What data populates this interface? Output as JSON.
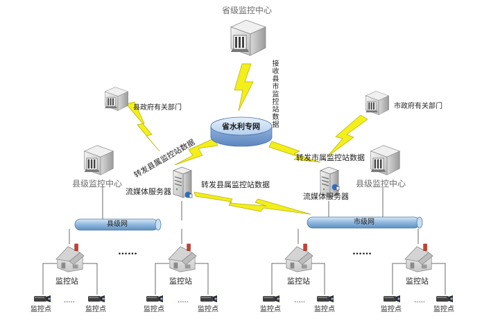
{
  "nodes": {
    "province_center": "省级监控中心",
    "water_net": "省水利专网",
    "county_gov": "县政府有关部门",
    "city_gov": "市政府有关部门",
    "county_center": "县级监控中心",
    "city_center": "县级监控中心",
    "county_server": "流媒体服务器",
    "city_server": "流媒体服务器",
    "county_bus": "县级网",
    "city_bus": "市级网",
    "monitor_station": "监控站",
    "monitor_point": "监控点",
    "ellipsis_dots": "……",
    "ellipsis_small": "....."
  },
  "links": {
    "receive_data": "接收县市监控站数据",
    "forward_county_a": "转发县属监控站数据",
    "forward_county_b": "转发县属监控站数据",
    "forward_city": "转发市属监控站数据"
  },
  "colors": {
    "lightning": "#f2ef1a",
    "lightning_stroke": "#b8ad00",
    "bus": "#9fc6e8",
    "network_disk": "#a9c7ea",
    "line": "#666666"
  },
  "icons": {
    "server": "rack-server-icon",
    "computer": "computer-box-icon",
    "house": "house-icon",
    "camera": "camera-icon",
    "disk": "network-cylinder-icon"
  }
}
